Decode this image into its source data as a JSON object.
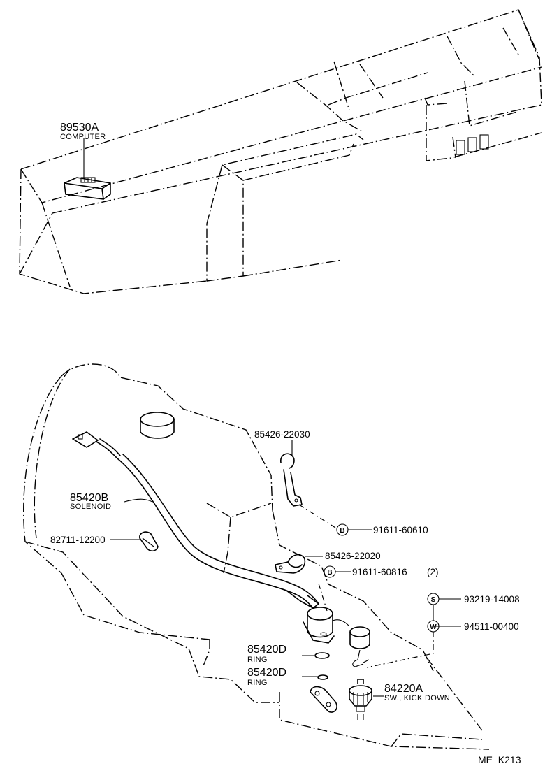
{
  "diagram_code": "ME  K213",
  "parts": {
    "computer": {
      "number": "89530A",
      "name": "COMPUTER"
    },
    "bracket_upper": {
      "number": "85426-22030"
    },
    "bolt_upper": {
      "marker": "B",
      "number": "91611-60610"
    },
    "solenoid": {
      "number": "85420B",
      "name": "SOLENOID"
    },
    "clamp": {
      "number": "82711-12200"
    },
    "bracket_lower": {
      "number": "85426-22020"
    },
    "bolt_lower": {
      "marker": "B",
      "number": "91611-60816",
      "qty": "(2)"
    },
    "screw": {
      "marker": "S",
      "number": "93219-14008"
    },
    "washer": {
      "marker": "W",
      "number": "94511-00400"
    },
    "ring_upper": {
      "number": "85420D",
      "name": "RING"
    },
    "ring_lower": {
      "number": "85420D",
      "name": "RING"
    },
    "kickdown_switch": {
      "number": "84220A",
      "name": "SW., KICK DOWN"
    }
  }
}
